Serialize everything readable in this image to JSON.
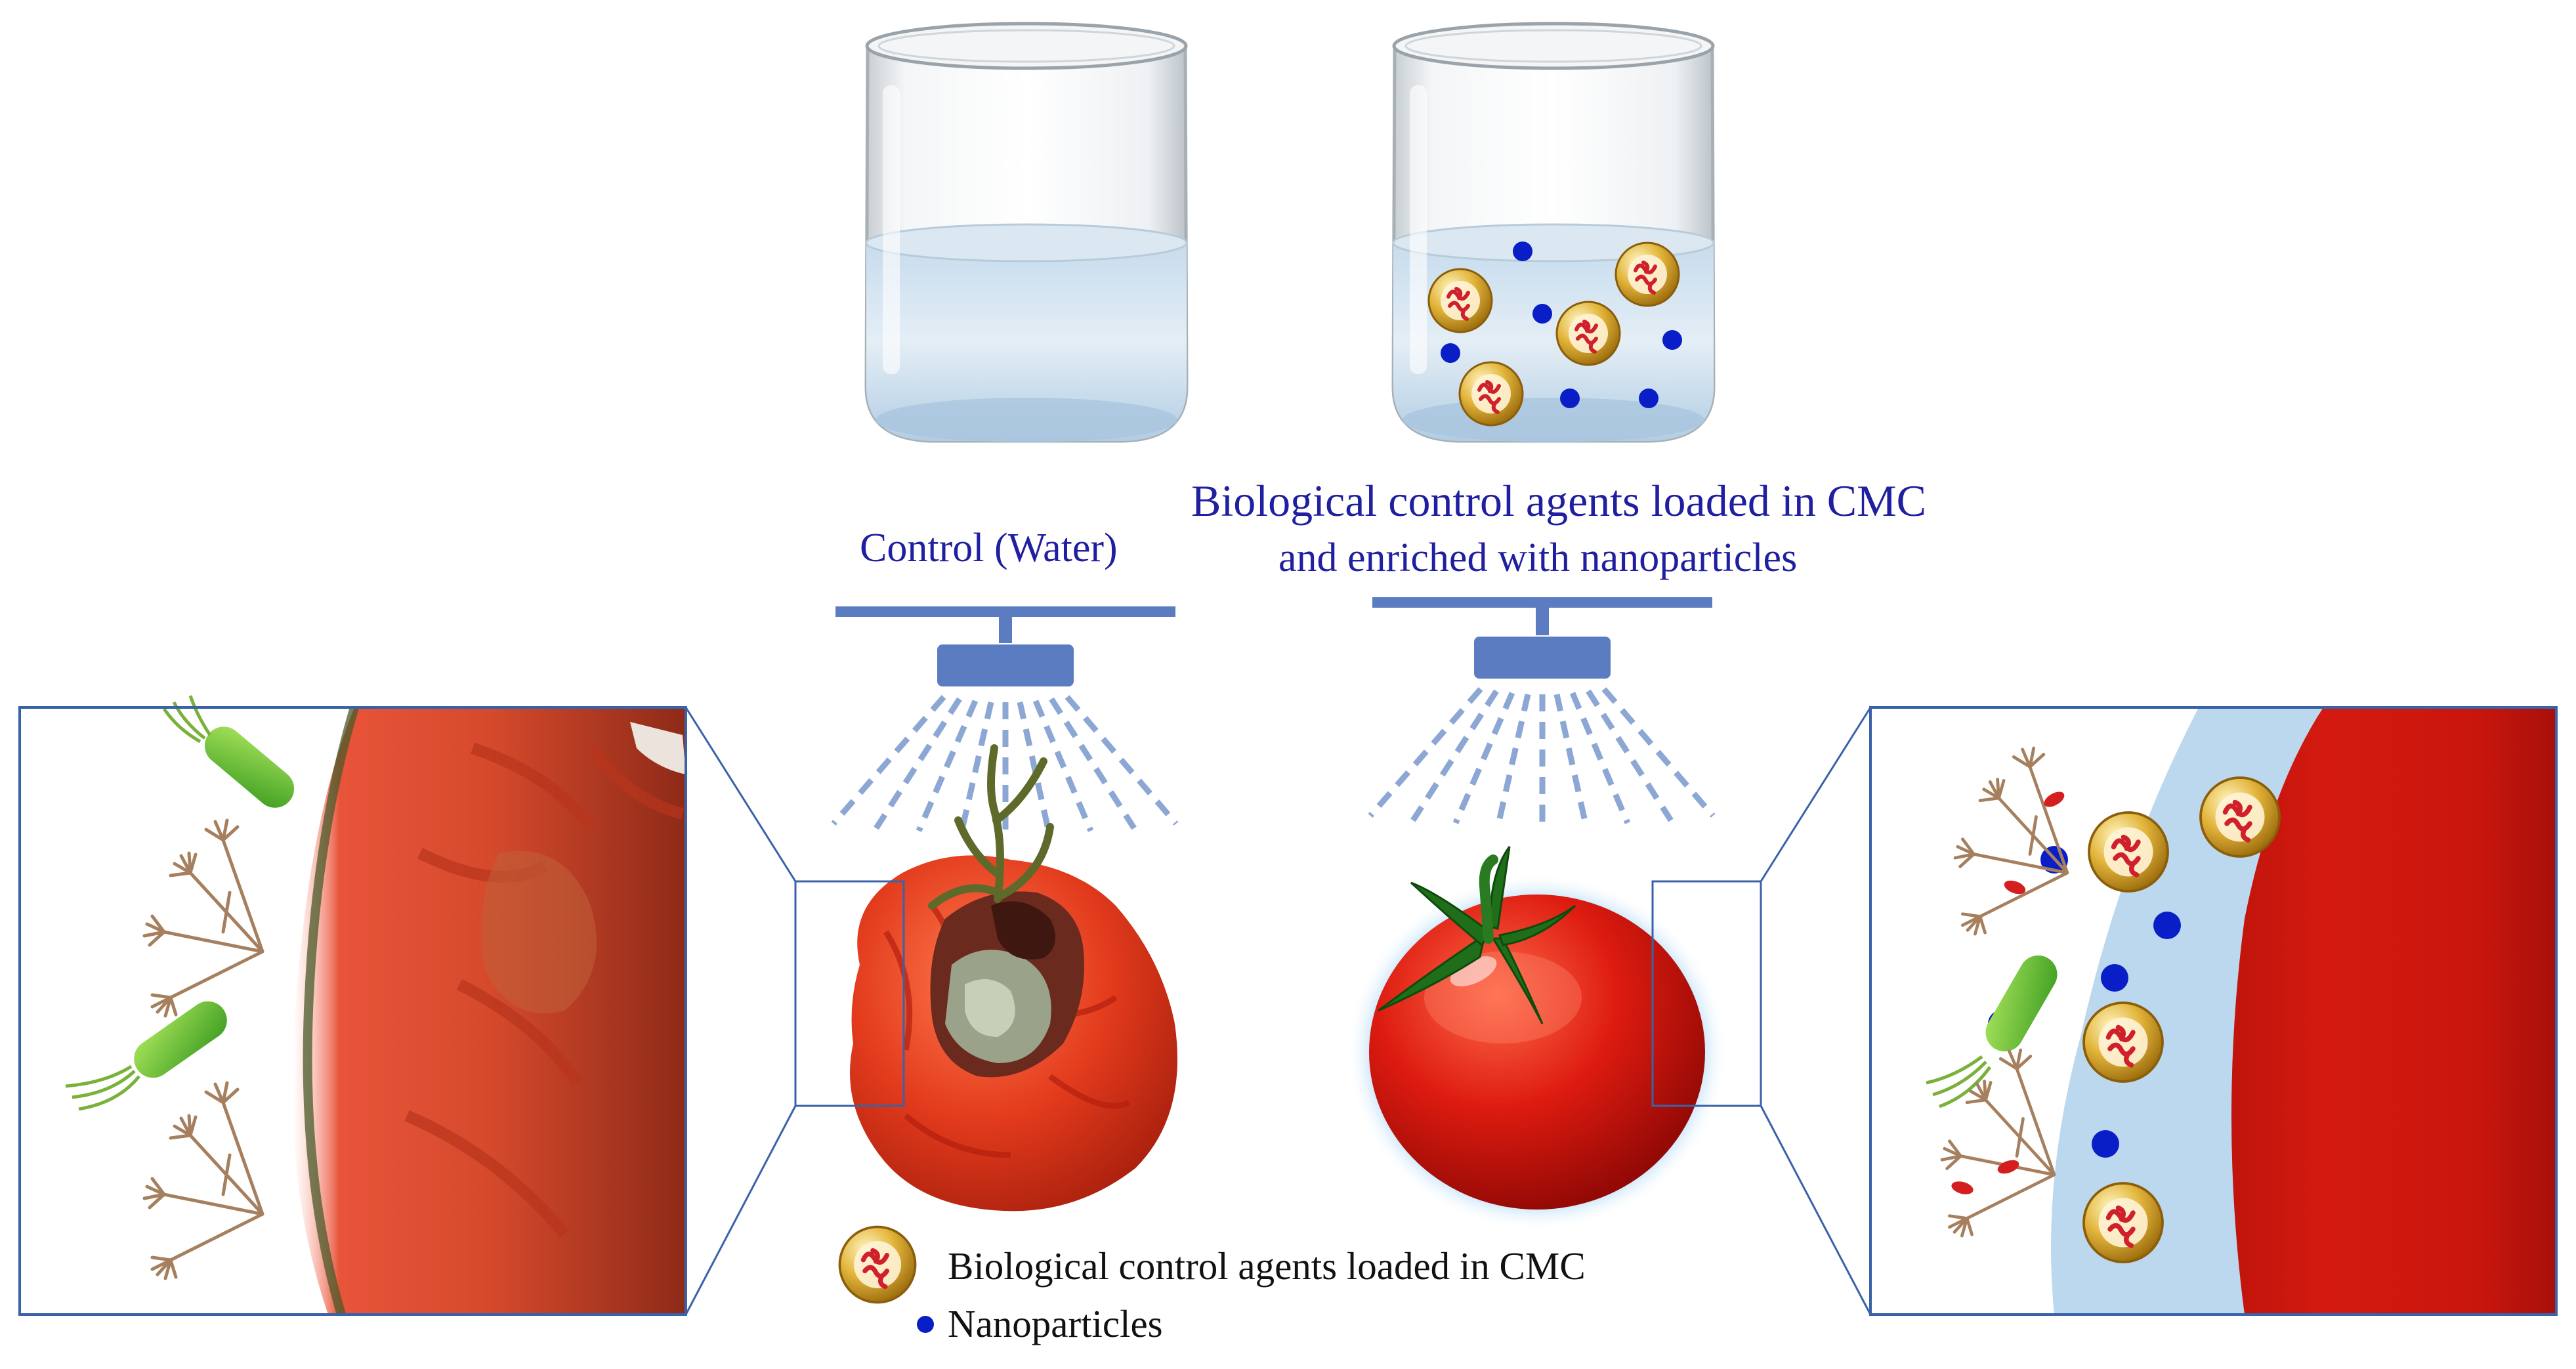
{
  "figure": {
    "control_label": "Control (Water)",
    "treatment_label_line1": "Biological control agents loaded in CMC",
    "treatment_label_line2": "and enriched with nanoparticles"
  },
  "legend": {
    "items": [
      {
        "label": "Biological control agents loaded in CMC",
        "icon": "cmc-capsule-icon"
      },
      {
        "label": "Nanoparticles",
        "icon": "nanoparticle-dot-icon"
      }
    ]
  },
  "colors": {
    "label_blue": "#1f1fa0",
    "nanoparticle": "#0a1ec8",
    "capsule_gold": "#d9a520",
    "sprayer": "#5b7cc0",
    "box_border": "#3a62a8",
    "tomato_red": "#d81a10",
    "coating": "#b9d7ee",
    "bacteria_green": "#6cc23a",
    "fungus_brown": "#a6805e"
  }
}
